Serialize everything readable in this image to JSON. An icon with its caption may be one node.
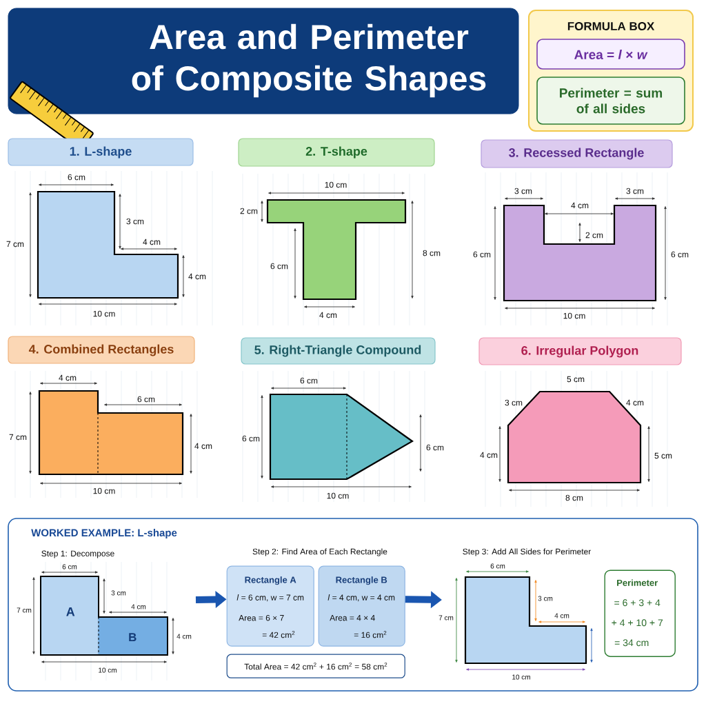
{
  "diagram": {
    "nodes": [
      {
        "text": [
          "Area and Perimeter of Composite Shapes"
        ]
      },
      {
        "text": [
          "FORMULA BOX"
        ]
      },
      {
        "text": [
          "Area = *l* × *w*"
        ],
        "in": 1
      },
      {
        "text": [
          "Perimeter = sum of all sides"
        ],
        "in": 1
      },
      {
        "text": [
          "1. L-shape"
        ]
      },
      {
        "text": [
          "2. T-shape"
        ]
      },
      {
        "text": [
          "3. Recessed Rectangle"
        ]
      },
      {
        "text": [
          "4. Combined Rectangles"
        ]
      },
      {
        "text": [
          "5. Right-Triangle Compound"
        ]
      },
      {
        "text": [
          "6. Irregular Polygon"
        ]
      },
      {
        "text": [
          "WORKED EXAMPLE: L-shape"
        ]
      },
      {
        "text": [
          "A"
        ],
        "in": 10
      },
      {
        "text": [
          "B"
        ],
        "in": 10
      },
      {
        "text": [
          "Rectangle A",
          "*l* = 6 cm, w = 7 cm",
          "Area = 6 × 7",
          "= 42 cm$^{2}$"
        ],
        "in": 10
      },
      {
        "text": [
          "Rectangle B",
          "*l* = 4 cm, w = 4 cm",
          "Area = 4 × 4",
          "= 16 cm$^{2}$"
        ],
        "in": 10
      },
      {
        "text": [
          "Total Area = 42 cm$^{2}$ + 16 cm$^{2}$ = 58 cm$^{2}$"
        ],
        "in": 10
      },
      {
        "text": [
          "Perimeter",
          "= 6 + 3 + 4",
          "+ 4 + 10 + 7",
          "= 34 cm"
        ],
        "in": 10
      }
    ],
    "edges": [
      {
        "from": null,
        "to": 13,
        "arrow": "to"
      },
      {
        "from": 14,
        "to": null,
        "arrow": "to"
      }
    ],
    "labels": [
      "6 cm",
      "3 cm",
      "7 cm",
      "4 cm",
      "4 cm",
      "10 cm",
      "10 cm",
      "2 cm",
      "8 cm",
      "6 cm",
      "4 cm",
      "3 cm",
      "3 cm",
      "4 cm",
      "2 cm",
      "6 cm",
      "6 cm",
      "10 cm",
      "4 cm",
      "6 cm",
      "7 cm",
      "4 cm",
      "10 cm",
      "6 cm",
      "6 cm",
      "6 cm",
      "10 cm",
      "5 cm",
      "3 cm",
      "4 cm",
      "4 cm",
      "5 cm",
      "8 cm",
      "Step 1: Decompose",
      "6 cm",
      "3 cm",
      "7 cm",
      "4 cm",
      "4 cm",
      "10 cm",
      "Step 2: Find Area of Each Rectangle",
      "Step 3: Add All Sides for Perimeter",
      "6 cm",
      "3 cm",
      "7 cm",
      "4 cm",
      "10 cm"
    ]
  }
}
